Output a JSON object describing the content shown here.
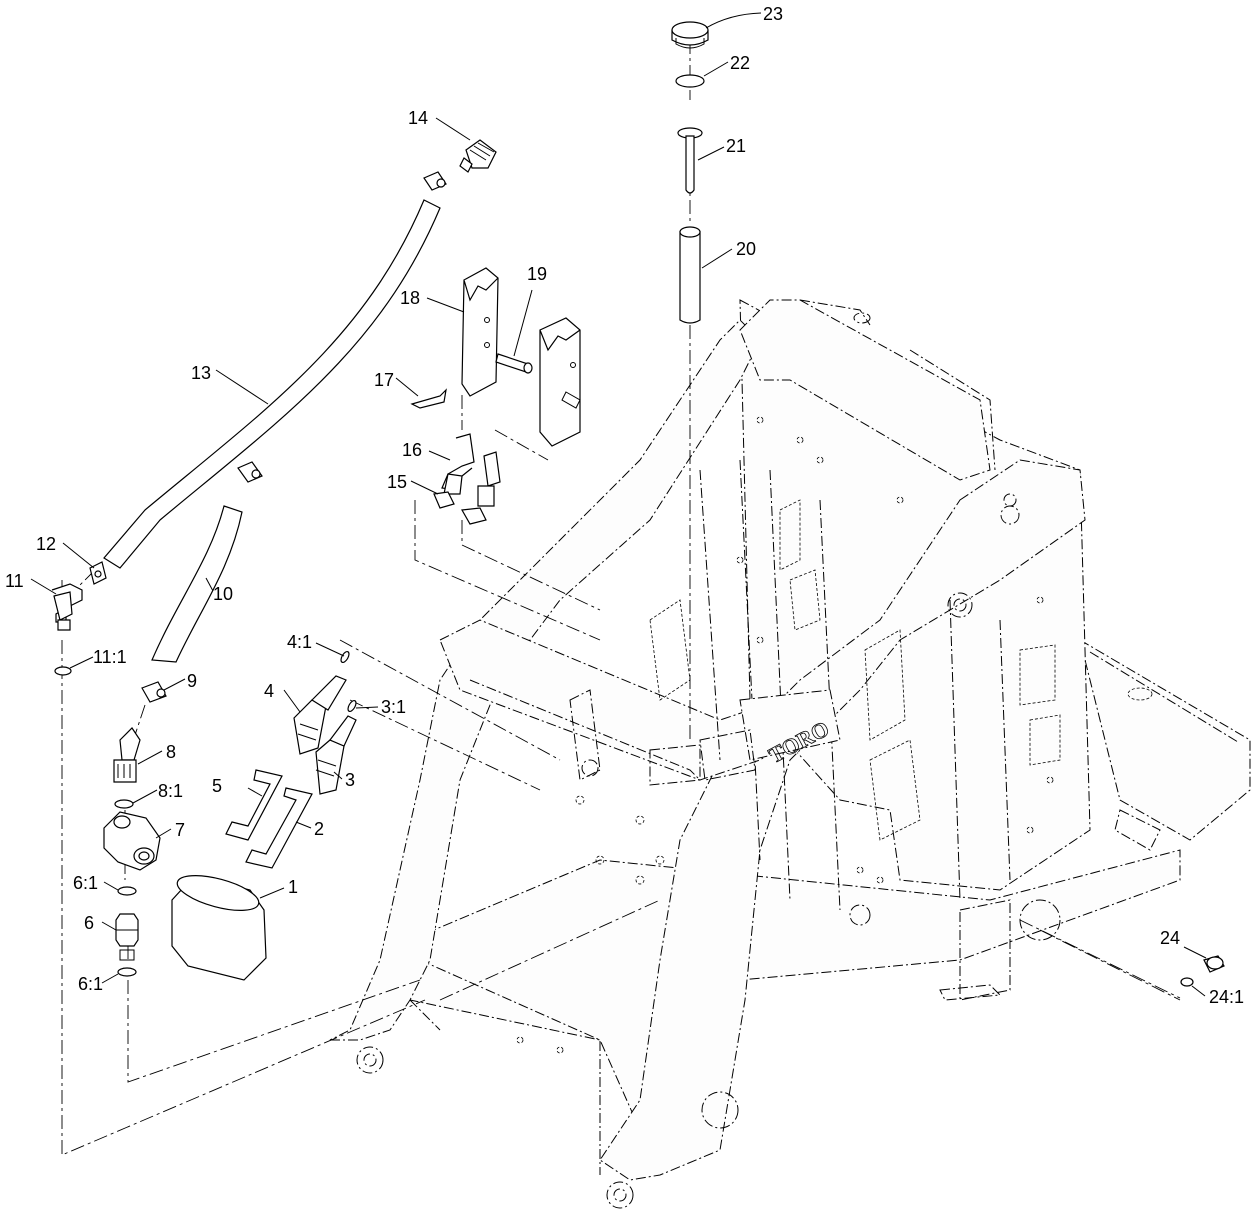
{
  "callouts": {
    "c1": "1",
    "c2": "2",
    "c3": "3",
    "c3_1": "3:1",
    "c4": "4",
    "c4_1": "4:1",
    "c5": "5",
    "c6": "6",
    "c6_1a": "6:1",
    "c6_1b": "6:1",
    "c7": "7",
    "c8": "8",
    "c8_1": "8:1",
    "c9": "9",
    "c10": "10",
    "c11": "11",
    "c11_1": "11:1",
    "c12": "12",
    "c13": "13",
    "c14": "14",
    "c15": "15",
    "c16": "16",
    "c17": "17",
    "c18": "18",
    "c19": "19",
    "c20": "20",
    "c21": "21",
    "c22": "22",
    "c23": "23",
    "c24": "24",
    "c24_1": "24:1"
  },
  "frame_brand": "TORO"
}
